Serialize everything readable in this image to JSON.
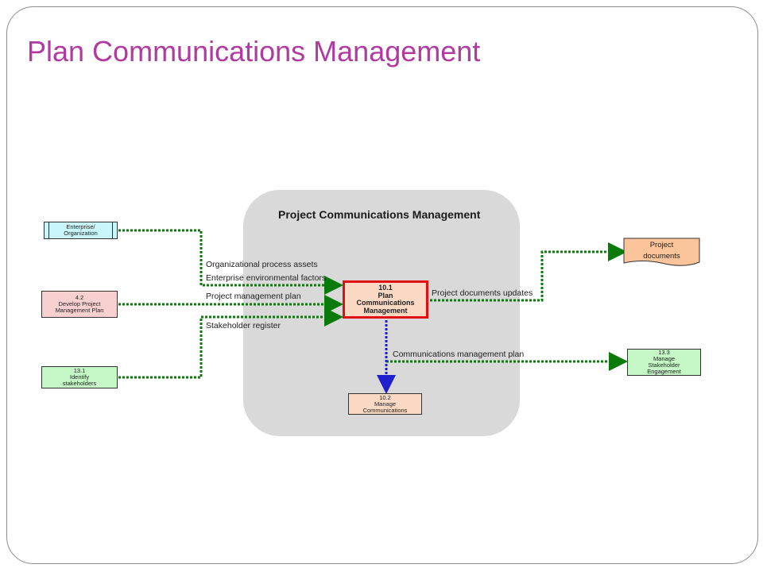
{
  "slide": {
    "title": "Plan Communications Management"
  },
  "process_area": {
    "title": "Project Communications Management"
  },
  "nodes": {
    "enterprise": [
      "Enterprise/",
      "Organization"
    ],
    "develop_pmp": [
      "4.2",
      "Develop Project",
      "Management Plan"
    ],
    "identify_stakeholders": [
      "13.1",
      "Identify",
      "stakeholders"
    ],
    "plan_comms": [
      "10.1",
      "Plan",
      "Communications",
      "Management"
    ],
    "manage_comms": [
      "10.2",
      "Manage",
      "Communications"
    ],
    "project_documents": [
      "Project",
      "documents"
    ],
    "manage_stakeholder": [
      "13.3",
      "Manage",
      "Stakeholder",
      "Engagement"
    ]
  },
  "flows": {
    "opa": "Organizational process assets",
    "eef": "Enterprise environmental factors",
    "pmp": "Project management plan",
    "stakeholder_register": "Stakeholder register",
    "doc_updates": "Project documents updates",
    "comm_plan": "Communications management plan"
  },
  "colors": {
    "title": "#b03aa0",
    "green_arrow": "#0a7a0a",
    "blue_arrow": "#1f1fd0",
    "red_border": "#e01010"
  }
}
